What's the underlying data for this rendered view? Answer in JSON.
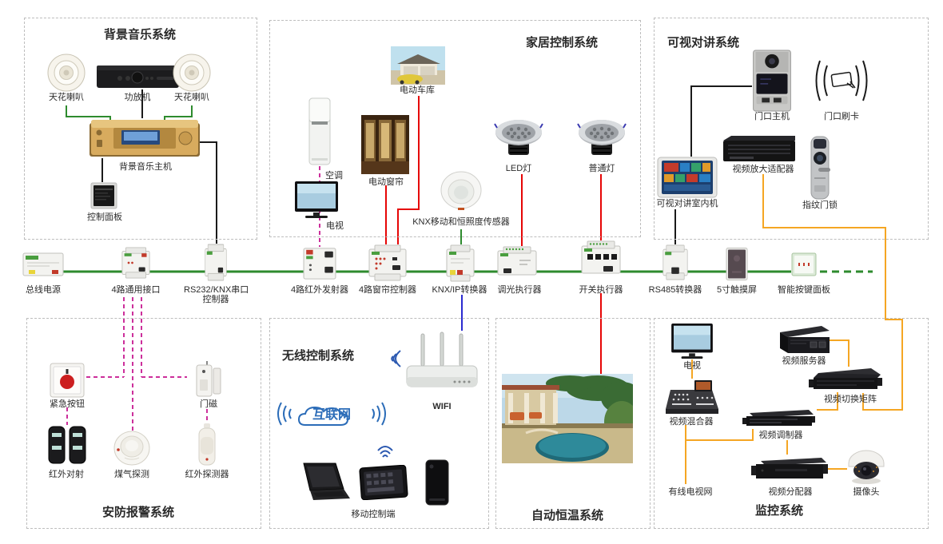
{
  "colors": {
    "bus_green": "#2e8b2e",
    "signal_red": "#e60505",
    "signal_magenta": "#cc2f9b",
    "signal_orange": "#f5a623",
    "signal_blue": "#2b2bd0",
    "wire_black": "#1a1a1a"
  },
  "sections": {
    "music": {
      "title": "背景音乐系统",
      "speaker_left": "天花喇叭",
      "amp": "功放机",
      "speaker_right": "天花喇叭",
      "host": "背景音乐主机",
      "panel": "控制面板"
    },
    "home": {
      "title": "家居控制系统",
      "garage": "电动车库",
      "ac": "空调",
      "curtain": "电动窗帘",
      "tv": "电视",
      "sensor": "KNX移动和恒照度传感器",
      "led": "LED灯",
      "normal_light": "普通灯"
    },
    "intercom": {
      "title": "可视对讲系统",
      "door_station": "门口主机",
      "door_card": "门口刷卡",
      "indoor_unit": "可视对讲室内机",
      "video_adapter": "视频放大适配器",
      "fingerprint_lock": "指纹门锁"
    },
    "bus": {
      "power": "总线电源",
      "io4": "4路通用接口",
      "rs232_line1": "RS232/KNX串口",
      "rs232_line2": "控制器",
      "ir4": "4路红外发射器",
      "curtain4": "4路窗帘控制器",
      "knxip": "KNX/IP转换器",
      "dimmer": "调光执行器",
      "switch": "开关执行器",
      "rs485": "RS485转换器",
      "touchscreen": "5寸触摸屏",
      "keypad": "智能按键面板"
    },
    "security": {
      "title": "安防报警系统",
      "emergency": "紧急按钮",
      "door_magnet": "门磁",
      "ir_beam": "红外对射",
      "gas": "煤气探测",
      "ir_detector": "红外探测器"
    },
    "wireless": {
      "title": "无线控制系统",
      "internet": "互联网",
      "wifi": "WIFI",
      "mobile": "移动控制端"
    },
    "thermostat": {
      "title": "自动恒温系统"
    },
    "monitoring": {
      "title": "监控系统",
      "tv": "电视",
      "video_server": "视频服务器",
      "video_mixer": "视频混合器",
      "video_matrix": "视频切换矩阵",
      "video_modulator": "视频调制器",
      "catv": "有线电视网",
      "video_splitter": "视频分配器",
      "camera": "摄像头"
    }
  }
}
